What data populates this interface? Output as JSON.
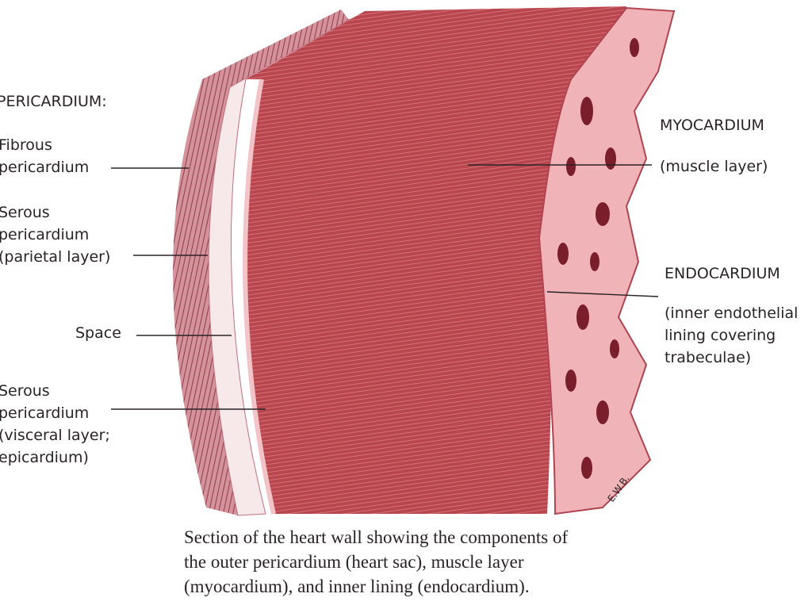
{
  "left_labels": {
    "heading": "PERICARDIUM:",
    "fibrous": [
      "Fibrous",
      "pericardium"
    ],
    "serous_parietal": [
      "Serous",
      "pericardium",
      "(parietal layer)"
    ],
    "space": "Space",
    "serous_visceral": [
      "Serous",
      "pericardium",
      "(visceral layer;",
      "epicardium)"
    ]
  },
  "right_labels": {
    "myocardium": [
      "MYOCARDIUM",
      "(muscle layer)"
    ],
    "endocardium": [
      "ENDOCARDIUM",
      "(inner endothelial",
      "lining covering",
      "trabeculae)"
    ]
  },
  "signature": "E.W.B.",
  "caption": [
    "Section of the heart wall showing the components of",
    "the outer pericardium (heart sac), muscle layer",
    "(myocardium), and inner lining (endocardium)."
  ],
  "colors": {
    "muscle": "#b8464e",
    "fibrous": "#c9848e",
    "trabeculae": "#f0b3b8"
  }
}
